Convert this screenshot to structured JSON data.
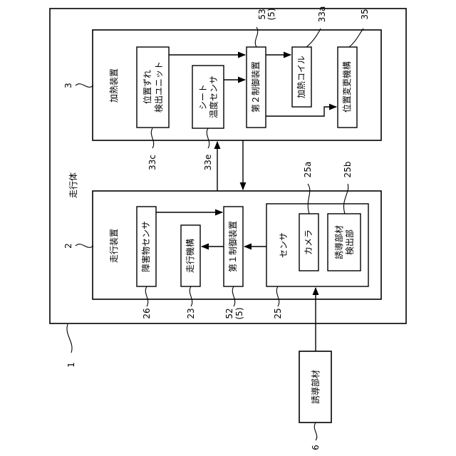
{
  "diagram": {
    "traveling_body": "走行体",
    "heating_device": {
      "title": "加熱装置",
      "position_detect_line1": "位置ずれ",
      "position_detect_line2": "検出ユニット",
      "sheet_temp_line1": "シート",
      "sheet_temp_line2": "温度センサ",
      "second_controller": "第２制御装置",
      "heating_coil": "加熱コイル",
      "position_change": "位置変更機構"
    },
    "traveling_device": {
      "title": "走行装置",
      "obstacle_sensor": "障害物センサ",
      "travel_mechanism": "走行機構",
      "first_controller": "第１制御装置",
      "sensor_group": "センサ",
      "camera": "カメラ",
      "guide_detect_line1": "誘導部材",
      "guide_detect_line2": "検出部"
    },
    "guide_member": "誘導部材",
    "refs": {
      "r1": "1",
      "r2": "2",
      "r3": "3",
      "r6": "6",
      "r23": "23",
      "r25": "25",
      "r25a": "25a",
      "r25b": "25b",
      "r26": "26",
      "r52": "52",
      "r52b": "(5)",
      "r53": "53",
      "r53b": "(5)",
      "r33a": "33a",
      "r33c": "33c",
      "r33e": "33e",
      "r35": "35"
    }
  }
}
